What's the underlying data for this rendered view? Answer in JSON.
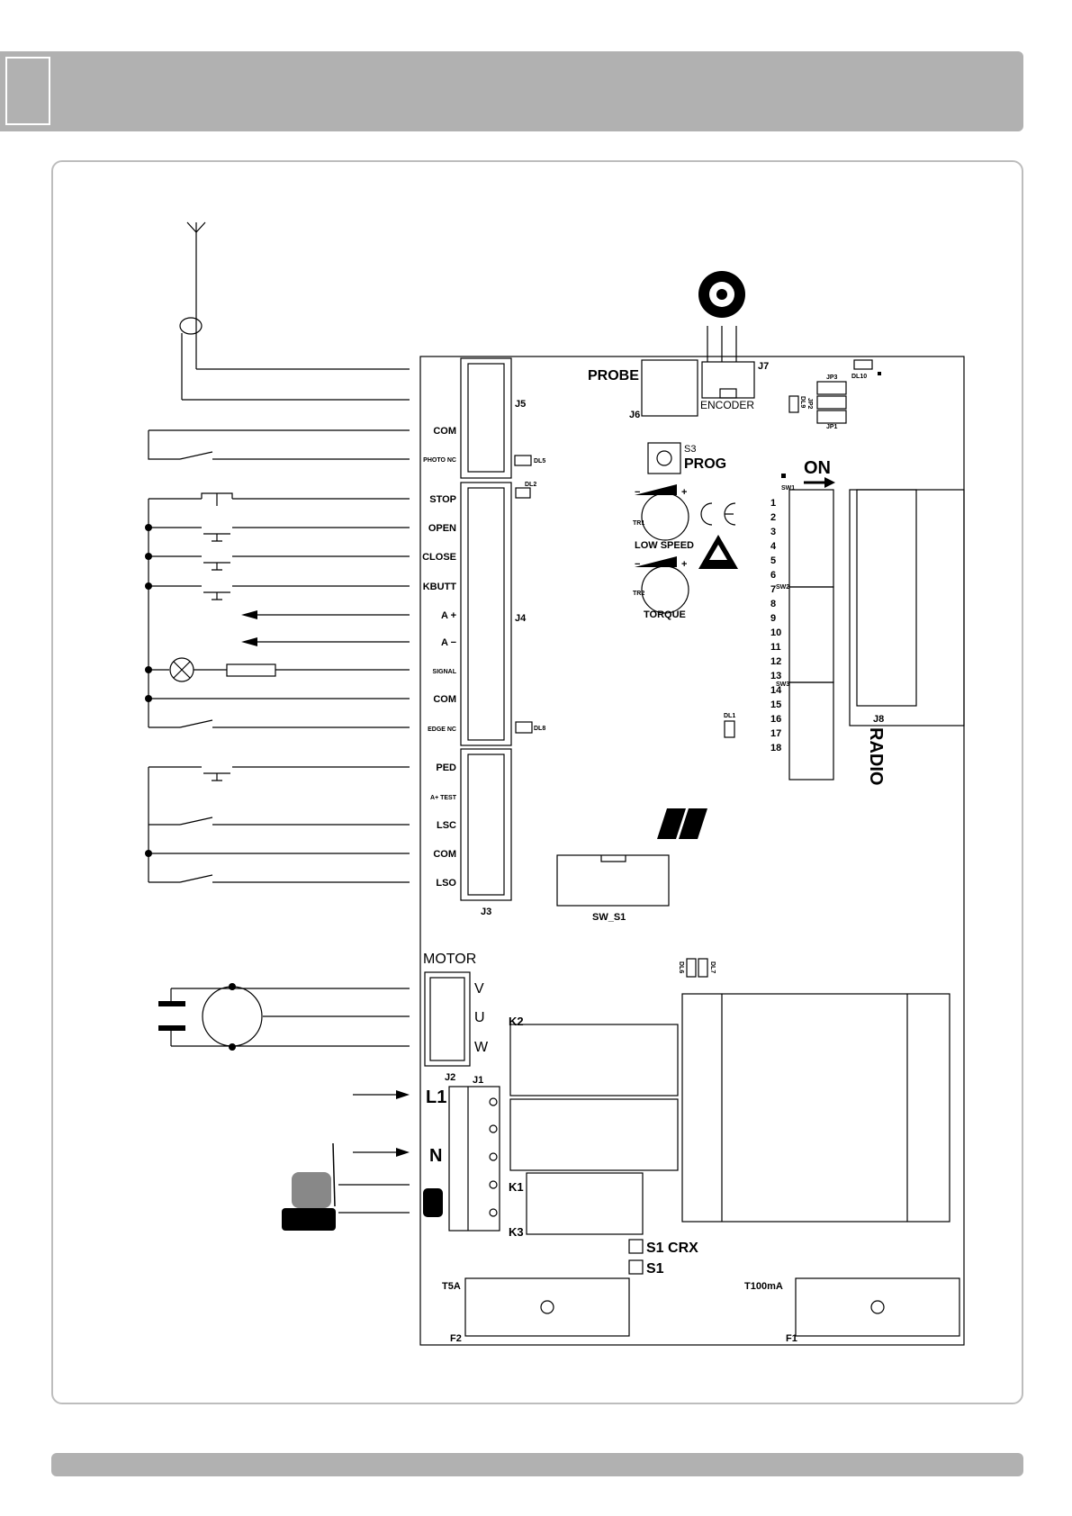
{
  "terminals": {
    "j5": [
      "COM",
      "PHOTO NC"
    ],
    "j4": [
      "STOP",
      "OPEN",
      "CLOSE",
      "KBUTT",
      "A +",
      "A −",
      "SIGNAL",
      "COM",
      "EDGE NC"
    ],
    "j3": [
      "PED",
      "A+ TEST",
      "LSC",
      "COM",
      "LSO"
    ],
    "motor": [
      "V",
      "U",
      "W"
    ],
    "power": [
      "L1",
      "N"
    ]
  },
  "connectors": {
    "j5": "J5",
    "j4": "J4",
    "j3": "J3",
    "j6": "J6",
    "j7": "J7",
    "j8": "J8",
    "j2": "J2",
    "j1": "J1",
    "k1": "K1",
    "k2": "K2",
    "k3": "K3",
    "jp1": "JP1",
    "jp2": "JP2",
    "jp3": "JP3",
    "f1": "F1",
    "f2": "F2",
    "sw_s1": "SW_S1",
    "s3": "S3",
    "tr1": "TR1",
    "tr2": "TR2",
    "sw1": "SW1",
    "sw2": "SW2",
    "sw3": "SW3"
  },
  "leds": {
    "dl1": "DL1",
    "dl2": "DL2",
    "dl5": "DL5",
    "dl6": "DL6",
    "dl7": "DL7",
    "dl8": "DL8",
    "dl9": "DL9",
    "dl10": "DL10"
  },
  "board_labels": {
    "probe": "PROBE",
    "encoder": "ENCODER",
    "prog": "PROG",
    "low_speed": "LOW SPEED",
    "torque": "TORQUE",
    "motor": "MOTOR",
    "radio": "RADIO",
    "on": "ON",
    "minus": "−",
    "plus": "+",
    "t5a": "T5A",
    "t100ma": "T100mA",
    "s1crx": "S1 CRX",
    "s1": "S1",
    "ce": "CE"
  },
  "dip_numbers": [
    "1",
    "2",
    "3",
    "4",
    "5",
    "6",
    "7",
    "8",
    "9",
    "10",
    "11",
    "12",
    "13",
    "14",
    "15",
    "16",
    "17",
    "18"
  ]
}
